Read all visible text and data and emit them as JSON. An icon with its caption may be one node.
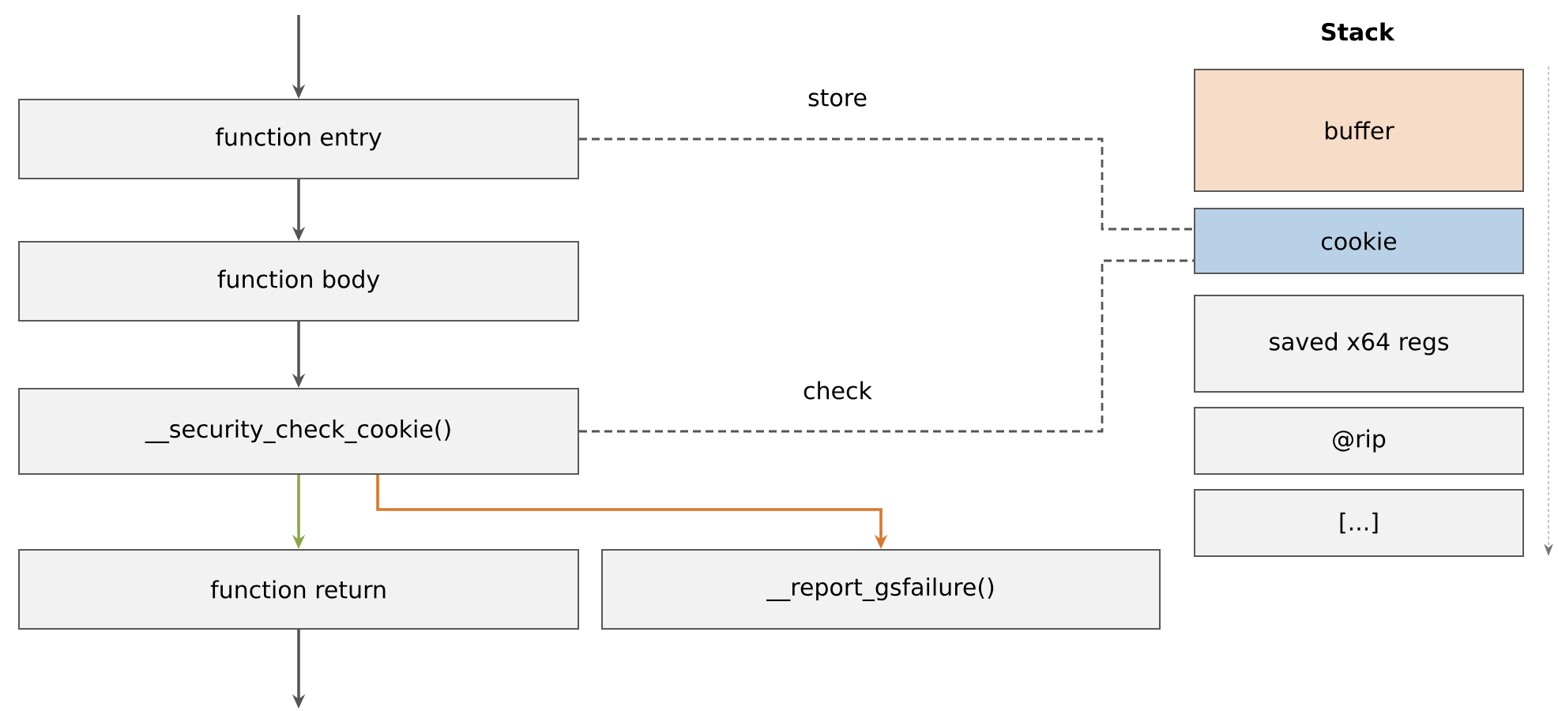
{
  "diagram": {
    "nodes": [
      {
        "text": [
          "function entry"
        ]
      },
      {
        "text": [
          "function body"
        ]
      },
      {
        "text": [
          "__security_check_cookie()"
        ]
      },
      {
        "text": [
          "function return"
        ]
      },
      {
        "text": [
          "__report_gsfailure()"
        ]
      },
      {
        "text": [
          "buffer"
        ]
      },
      {
        "text": [
          "cookie"
        ]
      },
      {
        "text": [
          "saved x64 regs"
        ]
      },
      {
        "text": [
          "@rip"
        ]
      },
      {
        "text": [
          "[...]"
        ]
      }
    ],
    "edges": [
      {
        "from": null,
        "to": 0,
        "arrow": "to"
      },
      {
        "from": 0,
        "to": 1,
        "arrow": "to"
      },
      {
        "from": 1,
        "to": 2,
        "arrow": "to"
      },
      {
        "from": 2,
        "to": 3,
        "arrow": "to",
        "color": "#8aa84a"
      },
      {
        "from": 2,
        "to": 4,
        "arrow": "to",
        "color": "#d9772b"
      },
      {
        "from": 3,
        "to": null,
        "arrow": "to"
      },
      {
        "from": 0,
        "to": 6,
        "arrow": "none",
        "style": "dashed",
        "label": "store"
      },
      {
        "from": 2,
        "to": 6,
        "arrow": "none",
        "style": "dashed",
        "label": "check"
      }
    ],
    "labels": [
      "Stack"
    ]
  }
}
